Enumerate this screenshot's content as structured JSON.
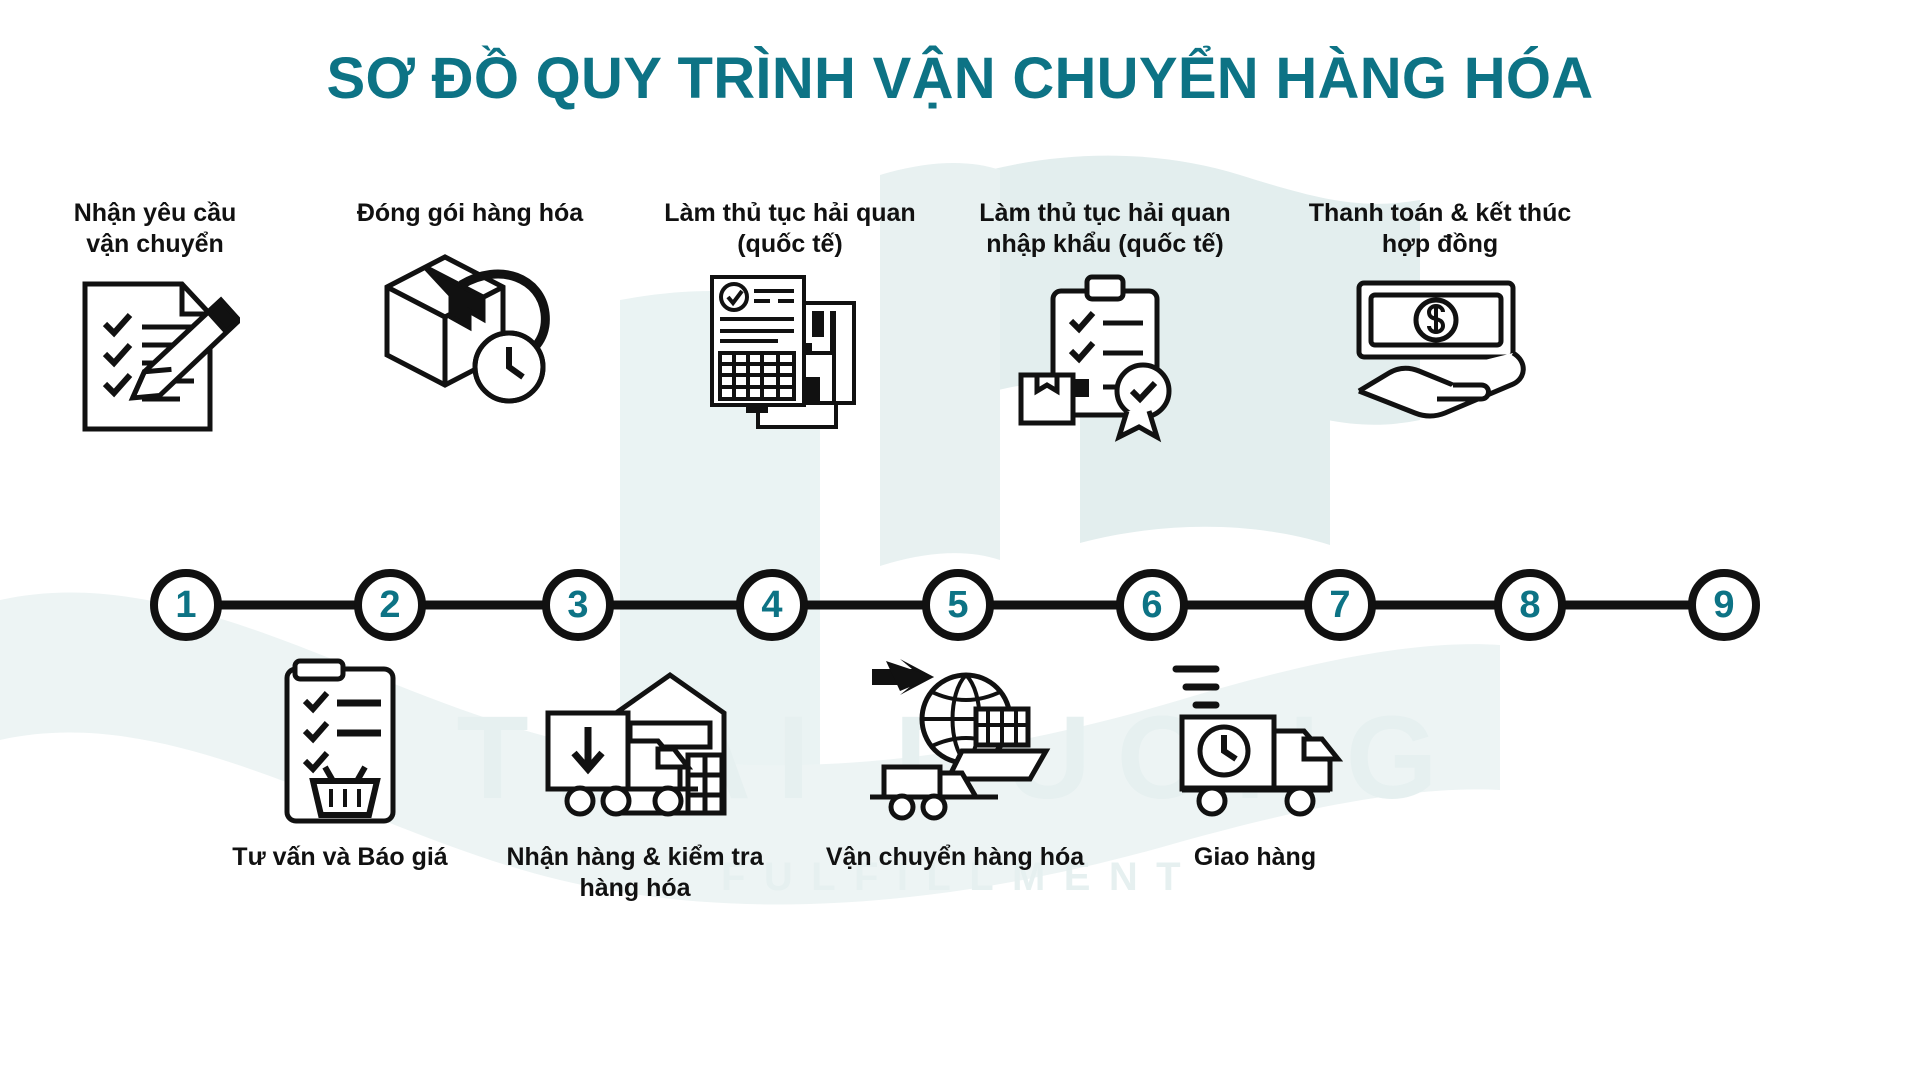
{
  "title": "SƠ ĐỒ QUY TRÌNH VẬN CHUYỂN HÀNG HÓA",
  "colors": {
    "accent_teal": "#0d7385",
    "line_black": "#111111",
    "watermark": "#e6f0f0",
    "background": "#ffffff"
  },
  "watermark": {
    "brand": "THAI DUONG",
    "sub": "FULFILLMENT"
  },
  "steps": [
    {
      "number": "1",
      "label": "Nhận yêu cầu\nvận chuyển",
      "icon": "document-pencil-icon",
      "position": "top"
    },
    {
      "number": "2",
      "label": "Tư vấn và Báo giá",
      "icon": "clipboard-checklist-cart-icon",
      "position": "bottom"
    },
    {
      "number": "3",
      "label": "Đóng gói hàng hóa",
      "icon": "box-tape-clock-icon",
      "position": "top"
    },
    {
      "number": "4",
      "label": "Nhận hàng & kiểm tra\nhàng hóa",
      "icon": "warehouse-truck-inbound-icon",
      "position": "bottom"
    },
    {
      "number": "5",
      "label": "Làm thủ tục hải quan\n(quốc tế)",
      "icon": "customs-form-barcode-icon",
      "position": "top"
    },
    {
      "number": "6",
      "label": "Vận chuyển hàng hóa",
      "icon": "plane-ship-globe-truck-icon",
      "position": "bottom"
    },
    {
      "number": "7",
      "label": "Làm thủ tục hải quan\nnhập khẩu (quốc tế)",
      "icon": "clipboard-approved-box-icon",
      "position": "top"
    },
    {
      "number": "8",
      "label": "Giao hàng",
      "icon": "delivery-truck-clock-icon",
      "position": "bottom"
    },
    {
      "number": "9",
      "label": "Thanh toán & kết thúc\nhợp đồng",
      "icon": "money-in-hand-icon",
      "position": "top"
    }
  ],
  "timeline": {
    "node_numbers": [
      "1",
      "2",
      "3",
      "4",
      "5",
      "6",
      "7",
      "8",
      "9"
    ]
  }
}
